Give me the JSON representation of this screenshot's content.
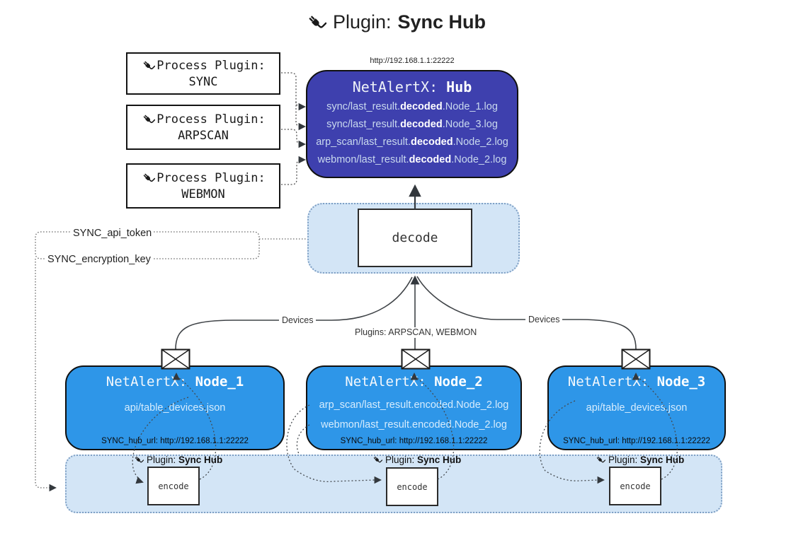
{
  "title": {
    "prefix": "Plugin: ",
    "bold": "Sync Hub"
  },
  "hub": {
    "url": "http://192.168.1.1:22222",
    "title_prefix": "NetAlertX: ",
    "title_bold": "Hub",
    "lines": [
      {
        "pre": "sync/last_result.",
        "bold": "decoded",
        "post": ".Node_1.log"
      },
      {
        "pre": "sync/last_result.",
        "bold": "decoded",
        "post": ".Node_3.log"
      },
      {
        "pre": "arp_scan/last_result.",
        "bold": "decoded",
        "post": ".Node_2.log"
      },
      {
        "pre": "webmon/last_result.",
        "bold": "decoded",
        "post": ".Node_2.log"
      }
    ]
  },
  "process_plugins": [
    {
      "label": "Process Plugin:",
      "name": "SYNC"
    },
    {
      "label": "Process Plugin:",
      "name": "ARPSCAN"
    },
    {
      "label": "Process Plugin:",
      "name": "WEBMON"
    }
  ],
  "decode": {
    "label": "decode"
  },
  "settings": {
    "api_token": "SYNC_api_token",
    "encryption_key": "SYNC_encryption_key"
  },
  "edge_labels": {
    "devices_left": "Devices",
    "devices_right": "Devices",
    "plugins_mid": "Plugins: ARPSCAN, WEBMON"
  },
  "nodes": [
    {
      "title_prefix": "NetAlertX: ",
      "title_bold": "Node_1",
      "lines": [
        "api/table_devices.json"
      ],
      "hub_url": "SYNC_hub_url: http://192.168.1.1:22222"
    },
    {
      "title_prefix": "NetAlertX: ",
      "title_bold": "Node_2",
      "lines": [
        "arp_scan/last_result.encoded.Node_2.log",
        "webmon/last_result.encoded.Node_2.log"
      ],
      "hub_url": "SYNC_hub_url: http://192.168.1.1:22222"
    },
    {
      "title_prefix": "NetAlertX: ",
      "title_bold": "Node_3",
      "lines": [
        "api/table_devices.json"
      ],
      "hub_url": "SYNC_hub_url: http://192.168.1.1:22222"
    }
  ],
  "encoders": [
    {
      "plugin_prefix": "Plugin: ",
      "plugin_bold": "Sync Hub",
      "box_label": "encode"
    },
    {
      "plugin_prefix": "Plugin: ",
      "plugin_bold": "Sync Hub",
      "box_label": "encode"
    },
    {
      "plugin_prefix": "Plugin: ",
      "plugin_bold": "Sync Hub",
      "box_label": "encode"
    }
  ],
  "colors": {
    "hub_fill": "#3e40ae",
    "node_fill": "#2e96e8",
    "panel_fill": "#d3e5f6",
    "panel_border": "#7e9fc4",
    "connector": "#3c4146"
  }
}
